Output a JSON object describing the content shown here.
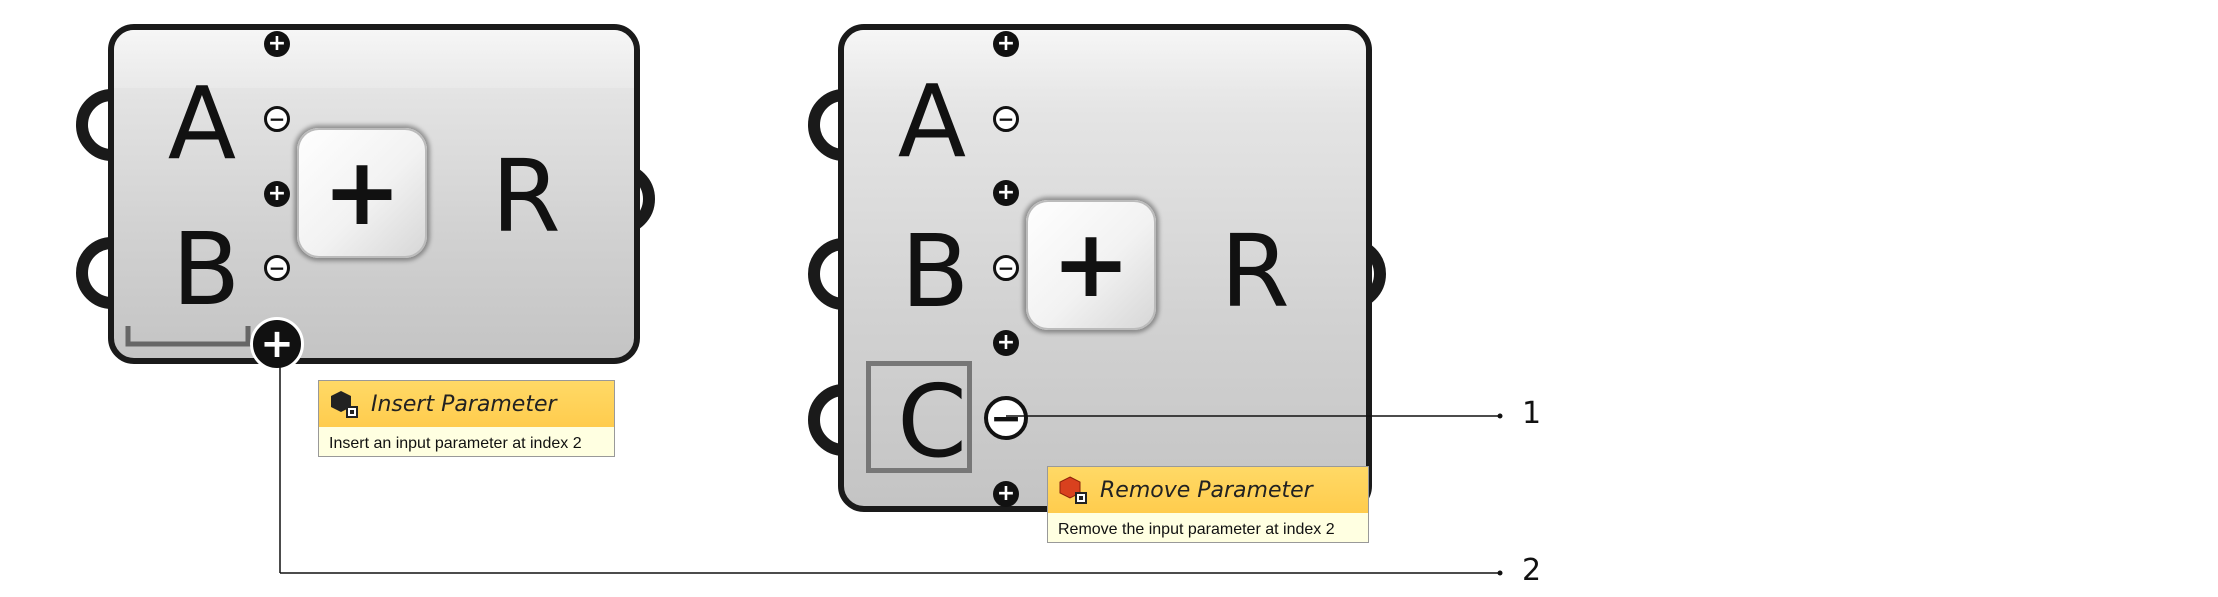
{
  "left_component": {
    "inputs": [
      "A",
      "B"
    ],
    "output": "R",
    "tooltip": {
      "title": "Insert Parameter",
      "description": "Insert an input parameter at index 2"
    }
  },
  "right_component": {
    "inputs": [
      "A",
      "B",
      "C"
    ],
    "output": "R",
    "tooltip": {
      "title": "Remove Parameter",
      "description": "Remove the input parameter at index 2"
    }
  },
  "callouts": [
    "1",
    "2"
  ],
  "icons": {
    "insert_tooltip_icon": "black-hexagon-icon",
    "remove_tooltip_icon": "red-hexagon-icon",
    "component_icon": "addition-plus-icon"
  },
  "colors": {
    "tooltip_header": "#ffd966",
    "tooltip_body": "#ffffe1",
    "component_fill": "#d9d9d9",
    "outline": "#1a1a1a"
  }
}
